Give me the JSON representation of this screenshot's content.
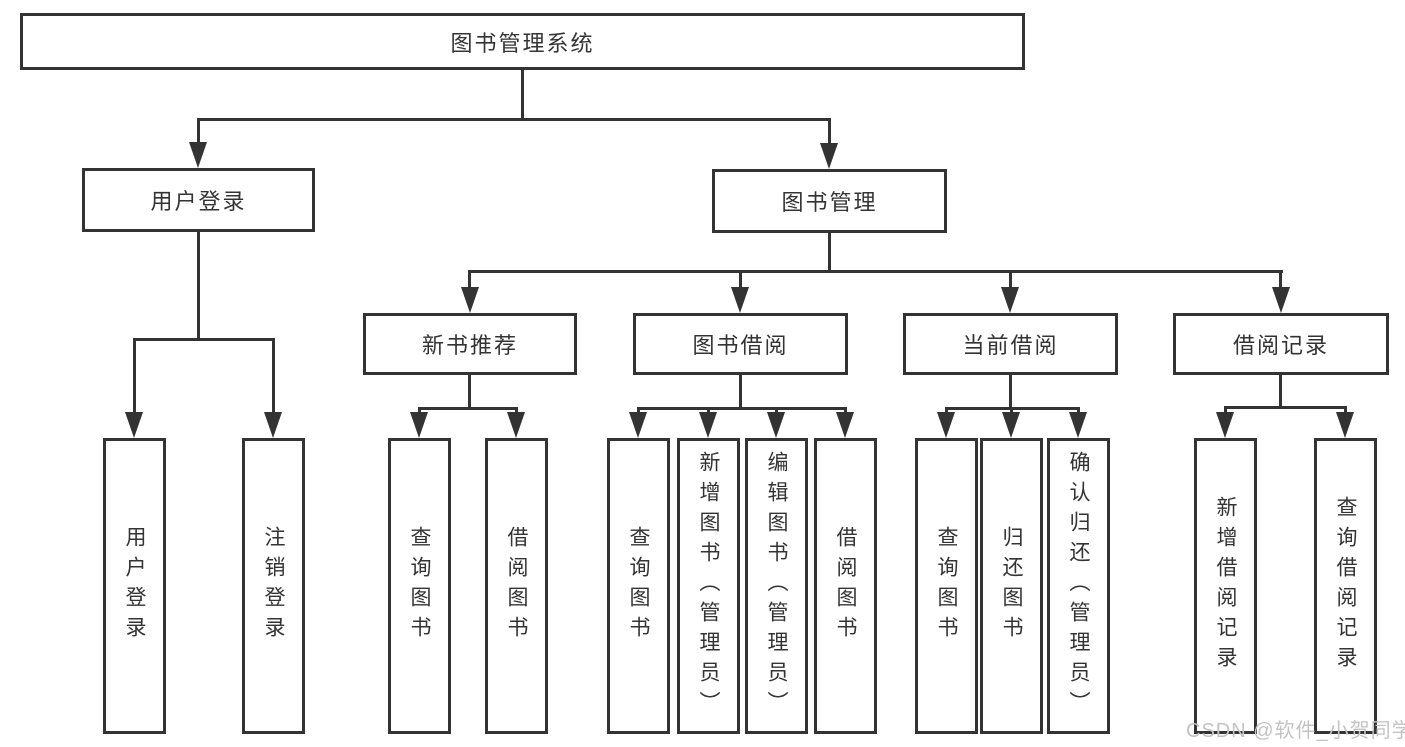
{
  "diagram": {
    "root": {
      "label": "图书管理系统"
    },
    "level1": {
      "user_login": "用户登录",
      "book_management": "图书管理"
    },
    "level2": {
      "new_book_recommend": "新书推荐",
      "book_borrow": "图书借阅",
      "current_borrow": "当前借阅",
      "borrow_records": "借阅记录"
    },
    "leaves": [
      {
        "id": "user-login",
        "label": "用户登录"
      },
      {
        "id": "logout",
        "label": "注销登录"
      },
      {
        "id": "query-book-1",
        "label": "查询图书"
      },
      {
        "id": "borrow-book-1",
        "label": "借阅图书"
      },
      {
        "id": "query-book-2",
        "label": "查询图书"
      },
      {
        "id": "add-book-admin",
        "label": "新增图书（管理员）"
      },
      {
        "id": "edit-book-admin",
        "label": "编辑图书（管理员）"
      },
      {
        "id": "borrow-book-2",
        "label": "借阅图书"
      },
      {
        "id": "query-book-3",
        "label": "查询图书"
      },
      {
        "id": "return-book",
        "label": "归还图书"
      },
      {
        "id": "confirm-return-admin",
        "label": "确认归还（管理员）"
      },
      {
        "id": "add-borrow-record",
        "label": "新增借阅记录"
      },
      {
        "id": "query-borrow-record",
        "label": "查询借阅记录"
      }
    ]
  },
  "watermark": {
    "text": "CSDN @软件_小贺同学"
  },
  "colors": {
    "line": "#333333",
    "text": "#333333",
    "watermark": "#c3c3c3",
    "background": "#ffffff"
  }
}
